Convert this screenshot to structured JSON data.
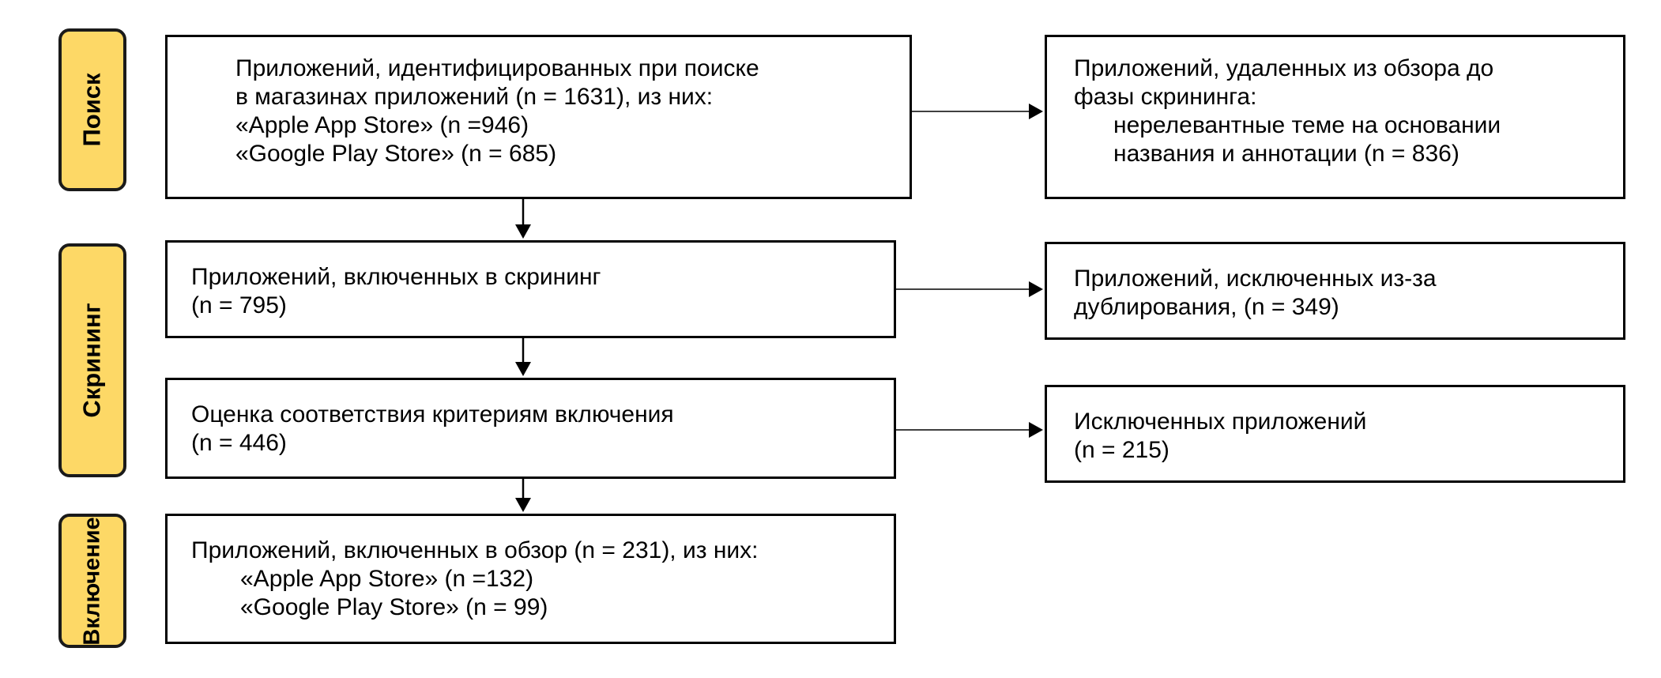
{
  "phases": {
    "search": "Поиск",
    "screening": "Скрининг",
    "inclusion": "Включение"
  },
  "boxes": {
    "identified": {
      "lines": [
        "Приложений, идентифицированных при поиске",
        "в магазинах приложений (n = 1631), из них:",
        "«Apple App Store» (n =946)",
        "«Google Play Store» (n = 685)"
      ]
    },
    "removed_before_screening": {
      "lines": [
        "Приложений, удаленных из обзора до",
        "фазы скрининга:",
        "нерелевантные теме на основании",
        "названия и аннотации (n = 836)"
      ]
    },
    "screened": {
      "lines": [
        "Приложений, включенных в скрининг",
        "(n = 795)"
      ]
    },
    "duplicates_excluded": {
      "lines": [
        "Приложений, исключенных из-за",
        "дублирования, (n = 349)"
      ]
    },
    "eligibility": {
      "lines": [
        "Оценка соответствия критериям включения",
        "(n = 446)"
      ]
    },
    "excluded": {
      "lines": [
        "Исключенных приложений",
        "(n = 215)"
      ]
    },
    "included": {
      "lines": [
        "Приложений, включенных в обзор (n = 231), из них:",
        "«Apple App Store» (n =132)",
        "«Google Play Store» (n = 99)"
      ]
    }
  },
  "colors": {
    "phase_fill": "#fdd866",
    "phase_border": "#1a1a1a",
    "box_border": "#000000",
    "line": "#000000"
  }
}
